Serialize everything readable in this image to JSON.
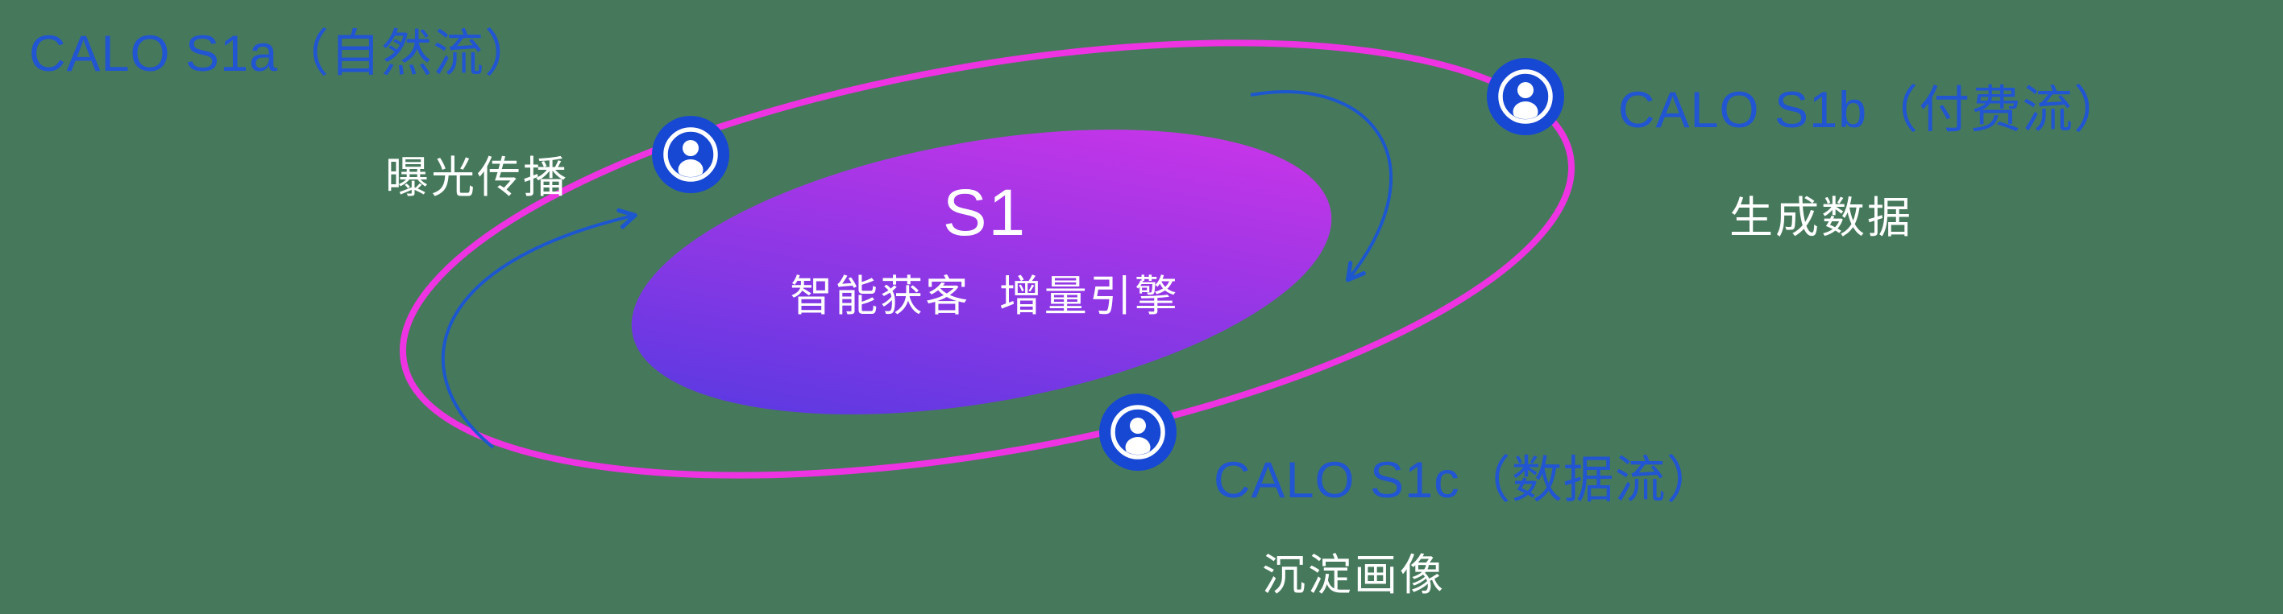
{
  "background": "#46795b",
  "colors": {
    "label": "#2155d2",
    "orbit": "#ee33e2",
    "node": "#1748d4",
    "arrow": "#1c57cf",
    "center_gradient_start": "#4b3ae1",
    "center_gradient_end": "#d934e9",
    "text_light": "#ffffff"
  },
  "center": {
    "title": "S1",
    "subtitle": "智能获客  增量引擎"
  },
  "nodes": [
    {
      "title": "CALO S1a（自然流）",
      "subtitle": "曝光传播"
    },
    {
      "title": "CALO S1b（付费流）",
      "subtitle": "生成数据"
    },
    {
      "title": "CALO S1c（数据流）",
      "subtitle": "沉淀画像"
    }
  ]
}
